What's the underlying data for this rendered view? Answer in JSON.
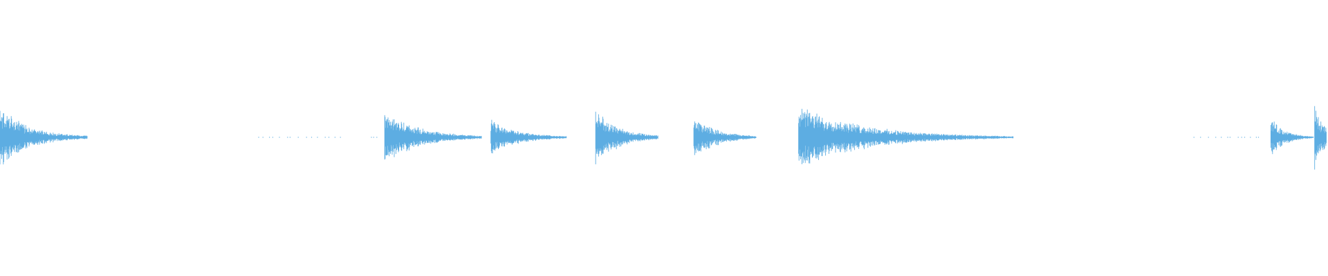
{
  "waveform": {
    "color": "#5dade2",
    "background": "#ffffff",
    "duration": 1.0,
    "transients": [
      {
        "time": 0.0,
        "peak": 0.42,
        "decay": 0.065,
        "tail_end": 0.066
      },
      {
        "time": 0.29,
        "peak": 0.36,
        "decay": 0.075,
        "tail_end": 0.363
      },
      {
        "time": 0.37,
        "peak": 0.25,
        "decay": 0.06,
        "tail_end": 0.427
      },
      {
        "time": 0.449,
        "peak": 0.39,
        "decay": 0.05,
        "tail_end": 0.496
      },
      {
        "time": 0.523,
        "peak": 0.3,
        "decay": 0.05,
        "tail_end": 0.57
      },
      {
        "time": 0.602,
        "peak": 0.45,
        "decay": 0.14,
        "tail_end": 0.764
      },
      {
        "time": 0.958,
        "peak": 0.28,
        "decay": 0.03,
        "tail_end": 0.99
      },
      {
        "time": 0.991,
        "peak": 0.46,
        "decay": 0.02,
        "tail_end": 1.0
      }
    ],
    "sparse_ranges": [
      {
        "from": 0.195,
        "to": 0.262
      },
      {
        "from": 0.28,
        "to": 0.285
      },
      {
        "from": 0.9,
        "to": 0.951
      }
    ]
  }
}
